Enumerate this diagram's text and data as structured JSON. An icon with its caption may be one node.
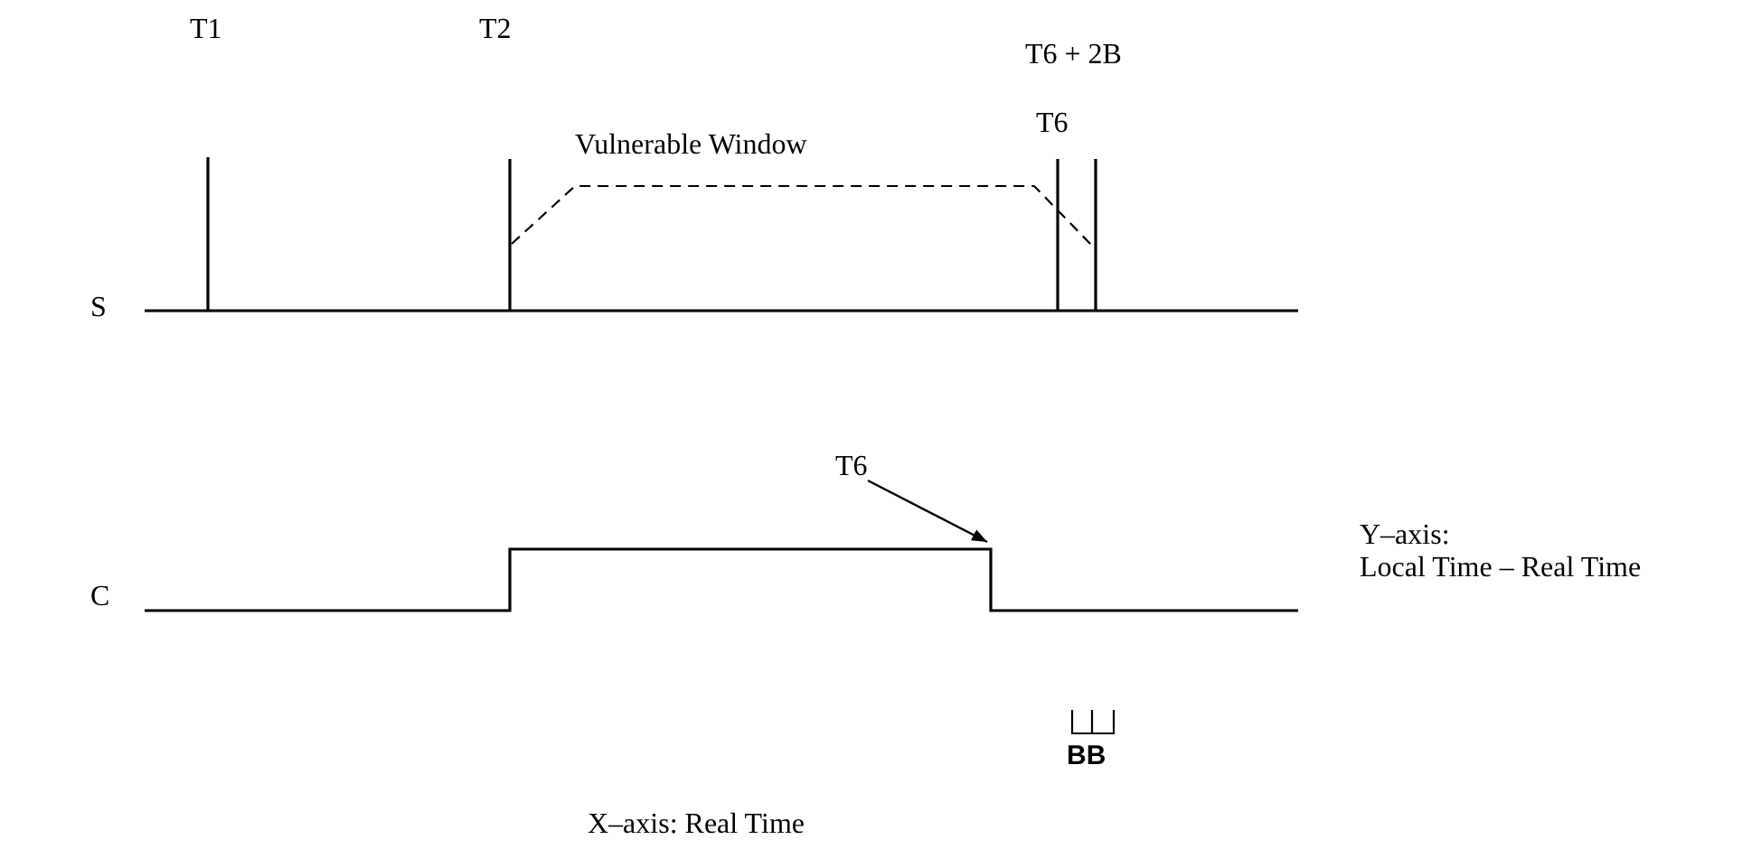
{
  "diagram": {
    "nodes": [
      {
        "text": [
          "T6"
        ]
      },
      {
        "text": [],
        "shape": "line"
      }
    ],
    "edges": [
      {
        "from": 0,
        "to": 1,
        "arrow": "to"
      }
    ],
    "labels": [
      "T1",
      "T2",
      "T6 + 2B",
      "T6",
      "Vulnerable Window",
      "S",
      "Y–axis:",
      "Local Time – Real Time",
      "C",
      "BB",
      "X–axis: Real Time"
    ]
  }
}
